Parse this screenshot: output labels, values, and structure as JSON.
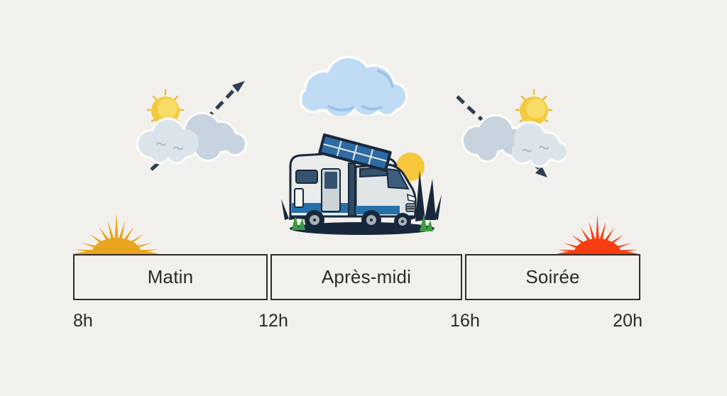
{
  "timeline": {
    "periods": [
      {
        "label": "Matin",
        "start": "8h",
        "end": "12h"
      },
      {
        "label": "Après-midi",
        "start": "12h",
        "end": "16h"
      },
      {
        "label": "Soirée",
        "start": "16h",
        "end": "20h"
      }
    ],
    "hours": [
      {
        "label": "8h"
      },
      {
        "label": "12h"
      },
      {
        "label": "16h"
      },
      {
        "label": "20h"
      }
    ]
  },
  "illustrations": {
    "morning": "sun-behind-clouds-with-rising-dashed-arrow",
    "midday": "large-cloud",
    "vehicle": "campervan-with-solar-panel-sun-and-grass",
    "evening": "sun-behind-clouds-with-descending-dashed-arrow",
    "sunrise_burst": "gold-half-sunburst-on-timeline-start",
    "sunset_burst": "red-half-sunburst-on-timeline-end"
  },
  "colors": {
    "background": "#F2F0EC",
    "box_border": "#2F2D29",
    "text": "#2B2A26",
    "sun_yellow": "#F7D24B",
    "cloud_blue": "#BFDCF4",
    "cloud_gray_back": "#C7D3DE",
    "cloud_gray_front": "#DCE4EB",
    "arrow_navy": "#2C3E52",
    "sunrise_gold": "#E8A51D",
    "sunset_red": "#F83D10",
    "van_navy": "#18283C",
    "van_blue": "#2571A9",
    "panel_blue": "#2F6BA3",
    "grass_green": "#3E9B44"
  }
}
